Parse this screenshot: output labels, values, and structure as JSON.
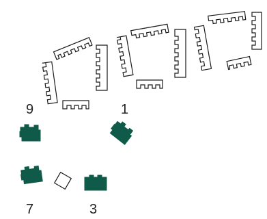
{
  "labels": {
    "nine": "9",
    "one": "1",
    "seven": "7",
    "three": "3"
  },
  "colors": {
    "piece": "#0f5a48",
    "outline": "#1a1a1a",
    "background": "#ffffff"
  }
}
